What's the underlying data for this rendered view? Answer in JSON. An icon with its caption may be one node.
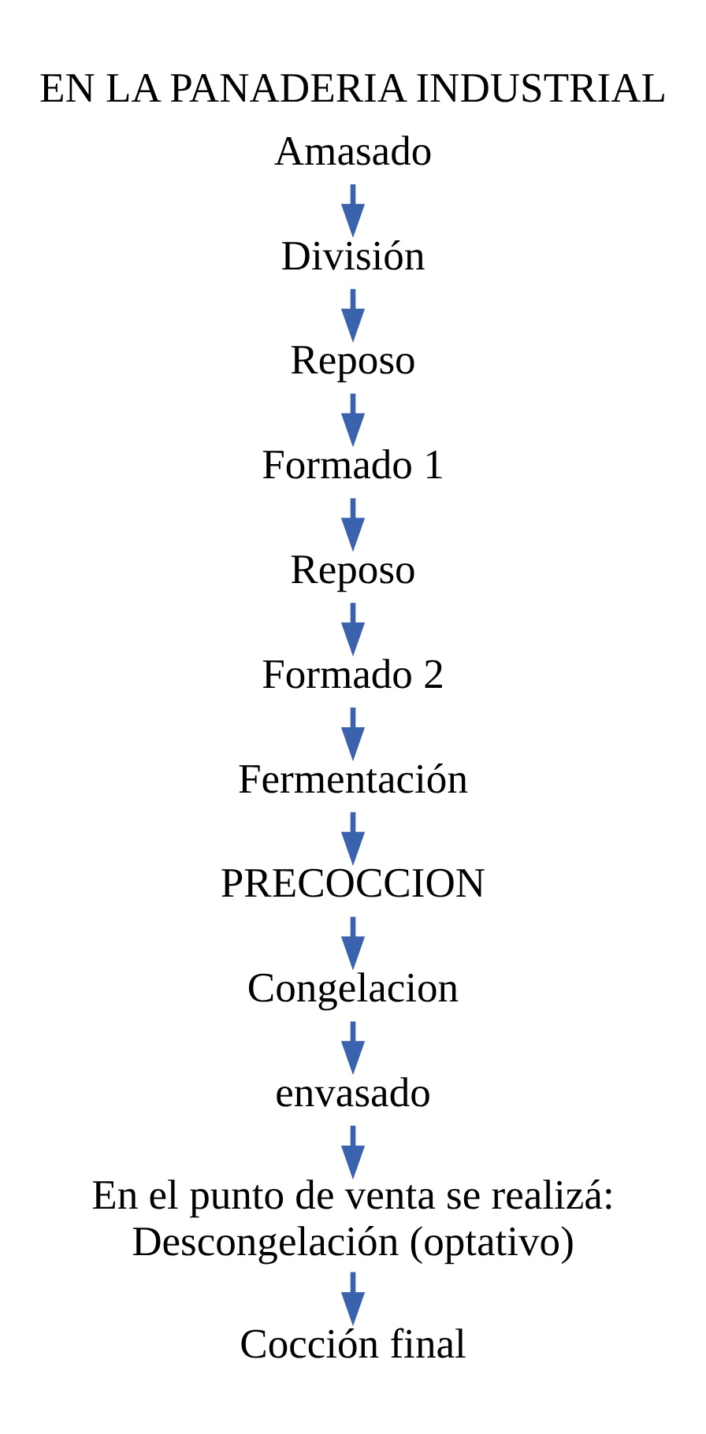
{
  "diagram": {
    "title": "EN LA PANADERIA INDUSTRIAL",
    "nodes": [
      {
        "text": [
          "Amasado"
        ]
      },
      {
        "text": [
          "División"
        ]
      },
      {
        "text": [
          "Reposo"
        ]
      },
      {
        "text": [
          "Formado 1"
        ]
      },
      {
        "text": [
          "Reposo"
        ]
      },
      {
        "text": [
          "Formado 2"
        ]
      },
      {
        "text": [
          "Fermentación"
        ]
      },
      {
        "text": [
          "PRECOCCION"
        ]
      },
      {
        "text": [
          "Congelacion"
        ]
      },
      {
        "text": [
          "envasado"
        ]
      },
      {
        "text": [
          "En el punto de venta se realizá:",
          "Descongelación (optativo)"
        ]
      },
      {
        "text": [
          "Cocción final"
        ]
      }
    ],
    "edges": [
      {
        "from": 0,
        "to": 1,
        "arrow": "to"
      },
      {
        "from": 1,
        "to": 2,
        "arrow": "to"
      },
      {
        "from": 2,
        "to": 3,
        "arrow": "to"
      },
      {
        "from": 3,
        "to": 4,
        "arrow": "to"
      },
      {
        "from": 4,
        "to": 5,
        "arrow": "to"
      },
      {
        "from": 5,
        "to": 6,
        "arrow": "to"
      },
      {
        "from": 6,
        "to": 7,
        "arrow": "to"
      },
      {
        "from": 7,
        "to": 8,
        "arrow": "to"
      },
      {
        "from": 8,
        "to": 9,
        "arrow": "to"
      },
      {
        "from": 9,
        "to": 10,
        "arrow": "to"
      },
      {
        "from": 10,
        "to": 11,
        "arrow": "to"
      }
    ]
  }
}
